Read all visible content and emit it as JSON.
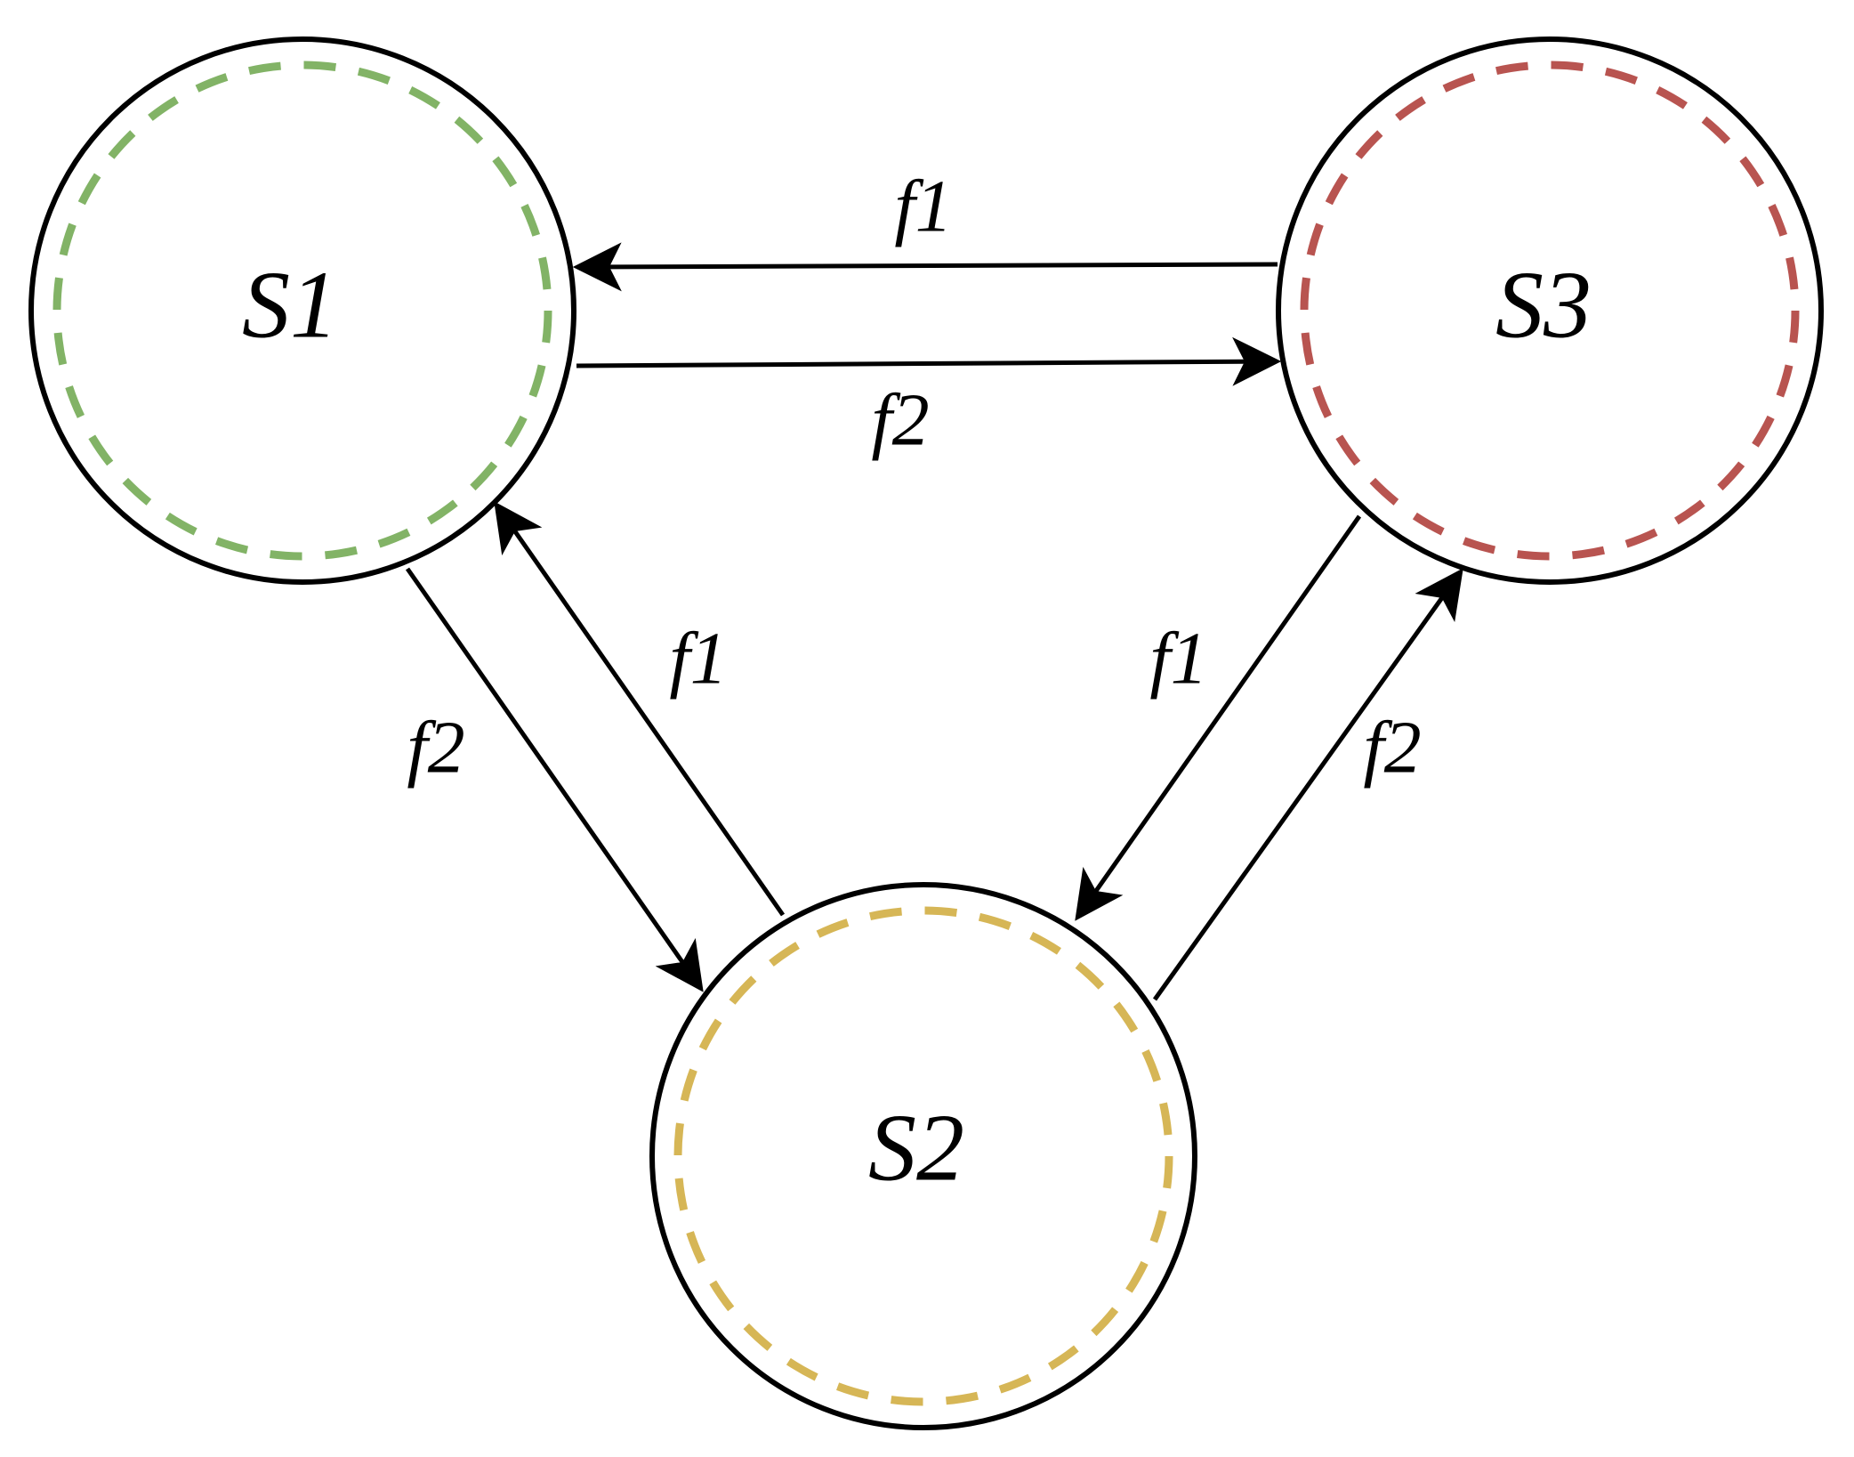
{
  "colors": {
    "line": "#000000",
    "background": "#ffffff",
    "s1_ring": "#82b366",
    "s2_ring": "#d6b656",
    "s3_ring": "#b85450"
  },
  "nodes": [
    {
      "id": "s1",
      "label": "S1",
      "ring_color": "#82b366"
    },
    {
      "id": "s2",
      "label": "S2",
      "ring_color": "#d6b656"
    },
    {
      "id": "s3",
      "label": "S3",
      "ring_color": "#b85450"
    }
  ],
  "edges": [
    {
      "id": "s3-to-s1",
      "from": "S3",
      "to": "S1",
      "label": "f1"
    },
    {
      "id": "s1-to-s3",
      "from": "S1",
      "to": "S3",
      "label": "f2"
    },
    {
      "id": "s2-to-s1",
      "from": "S2",
      "to": "S1",
      "label": "f1"
    },
    {
      "id": "s1-to-s2",
      "from": "S1",
      "to": "S2",
      "label": "f2"
    },
    {
      "id": "s3-to-s2",
      "from": "S3",
      "to": "S2",
      "label": "f1"
    },
    {
      "id": "s2-to-s3",
      "from": "S2",
      "to": "S3",
      "label": "f2"
    }
  ]
}
